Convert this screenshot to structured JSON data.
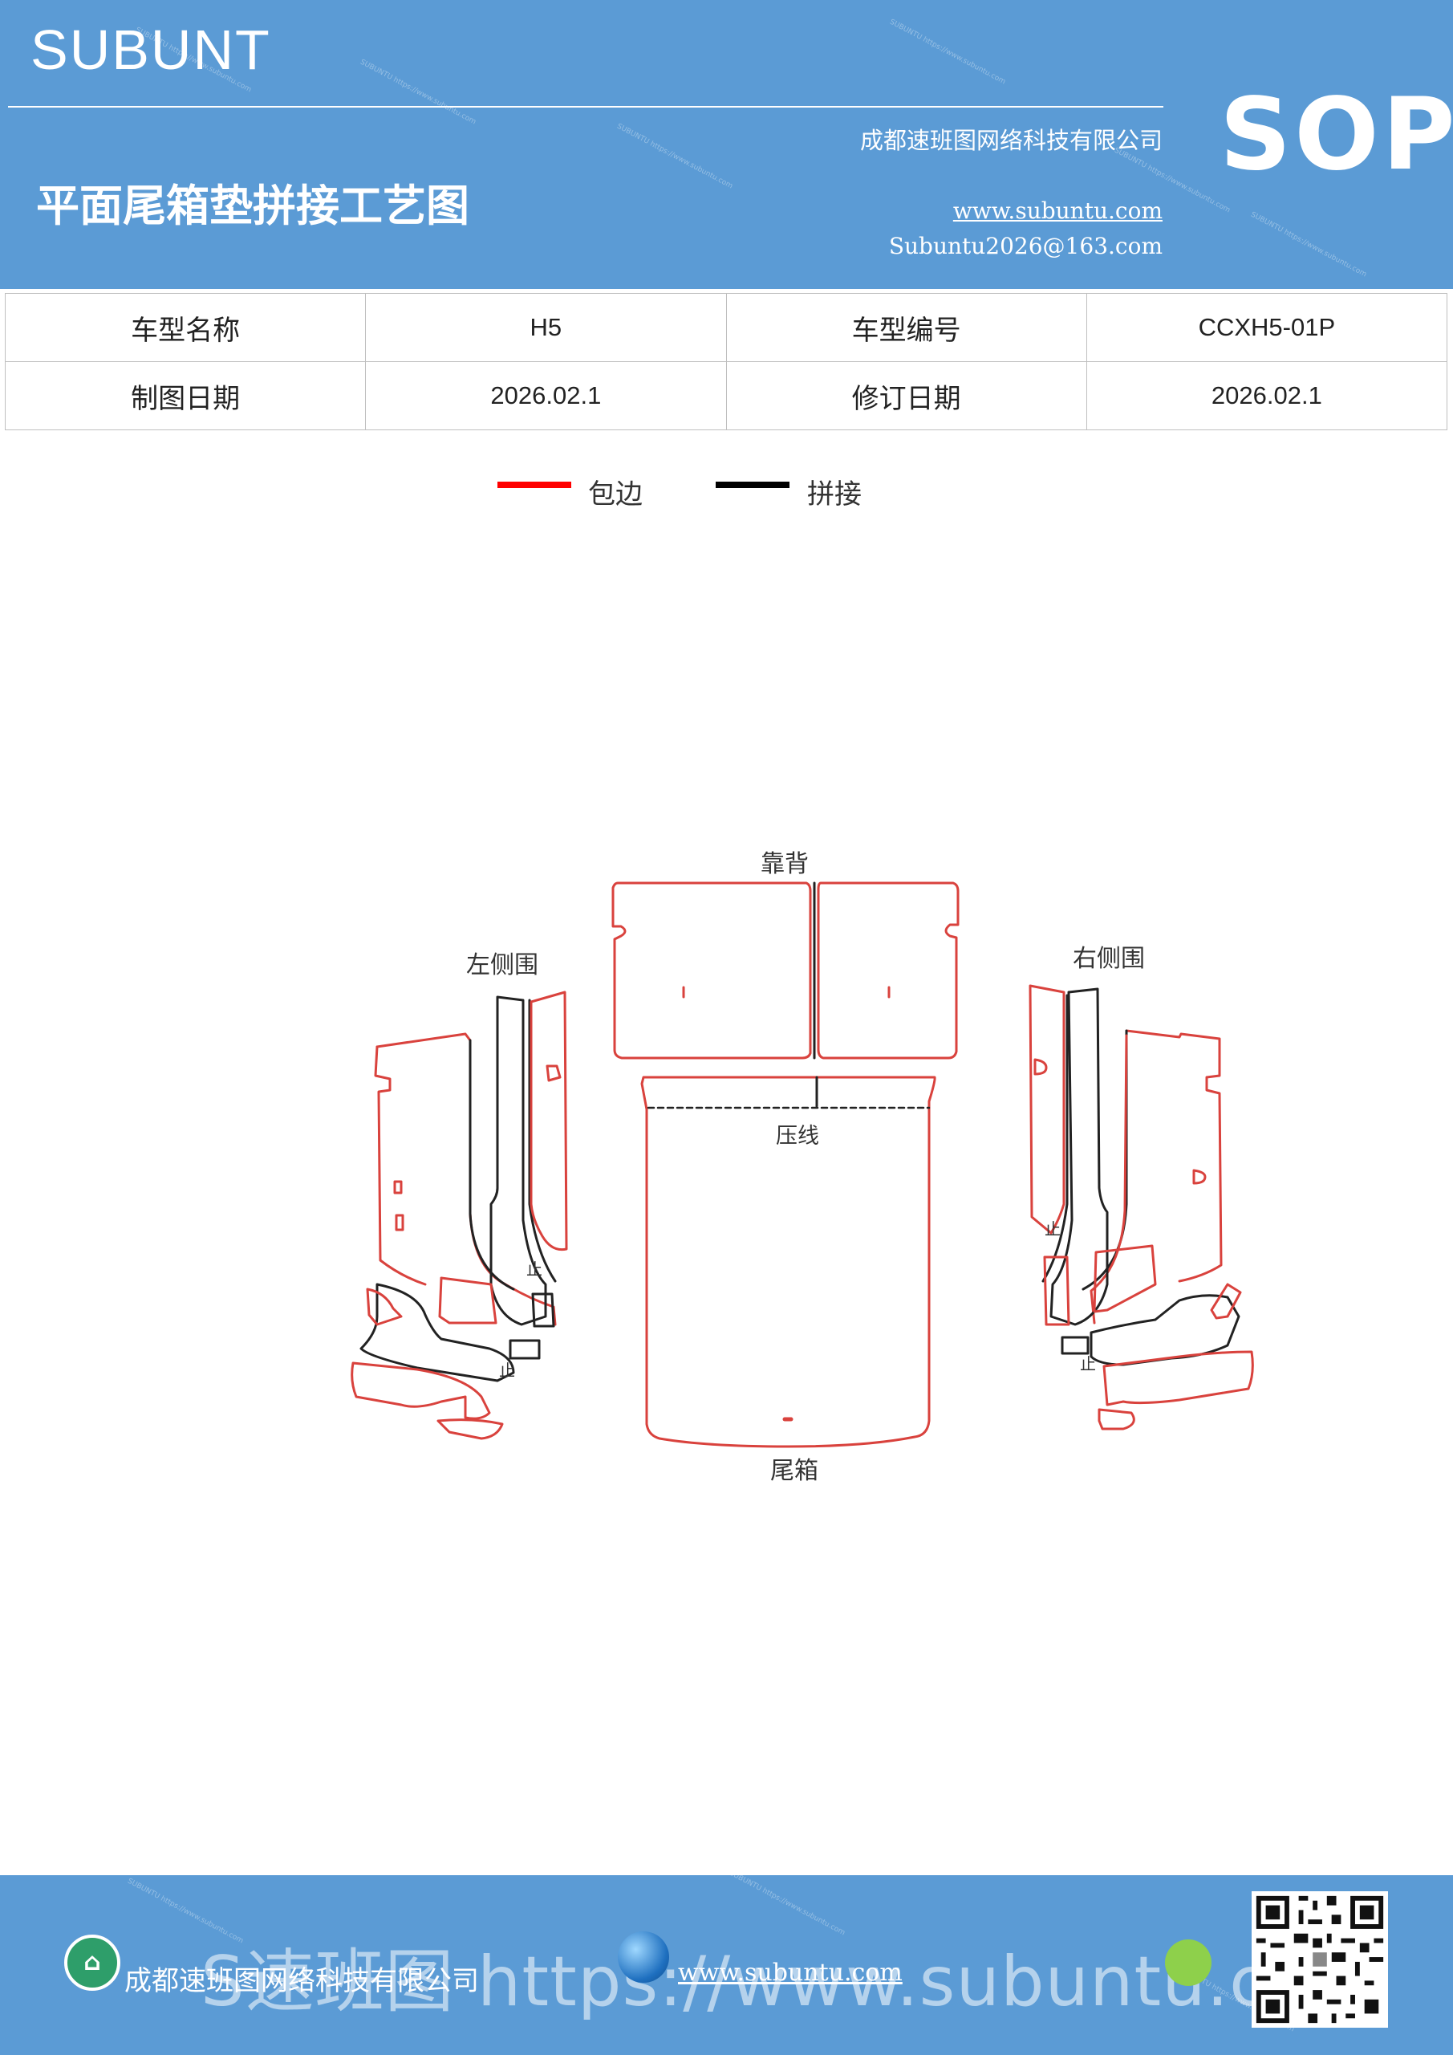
{
  "header": {
    "brand": "SUBUNT",
    "title": "平面尾箱垫拼接工艺图",
    "company": "成都速班图网络科技有限公司",
    "website": "www.subuntu.com",
    "email": "Subuntu2026@163.com",
    "badge": "SOP",
    "watermark_text": "SUBUNTU https://www.subuntu.com"
  },
  "info_table": {
    "rows": [
      [
        {
          "label": "车型名称"
        },
        {
          "value": "H5"
        },
        {
          "label": "车型编号"
        },
        {
          "value": "CCXH5-01P"
        }
      ],
      [
        {
          "label": "制图日期"
        },
        {
          "value": "2026.02.1"
        },
        {
          "label": "修订日期"
        },
        {
          "value": "2026.02.1"
        }
      ]
    ]
  },
  "legend": {
    "items": [
      {
        "label": "包边",
        "color": "#ff0000"
      },
      {
        "label": "拼接",
        "color": "#000000"
      }
    ]
  },
  "diagram": {
    "colors": {
      "edge": "#d9423d",
      "seam": "#222222"
    },
    "labels": {
      "backrest": "靠背",
      "left_side": "左侧围",
      "right_side": "右侧围",
      "press_line": "压线",
      "trunk": "尾箱",
      "stop_mark": "止"
    }
  },
  "footer": {
    "company": "成都速班图网络科技有限公司",
    "website": "www.subuntu.com",
    "overlay_text": "S速班图 https://www.subuntu.com"
  }
}
